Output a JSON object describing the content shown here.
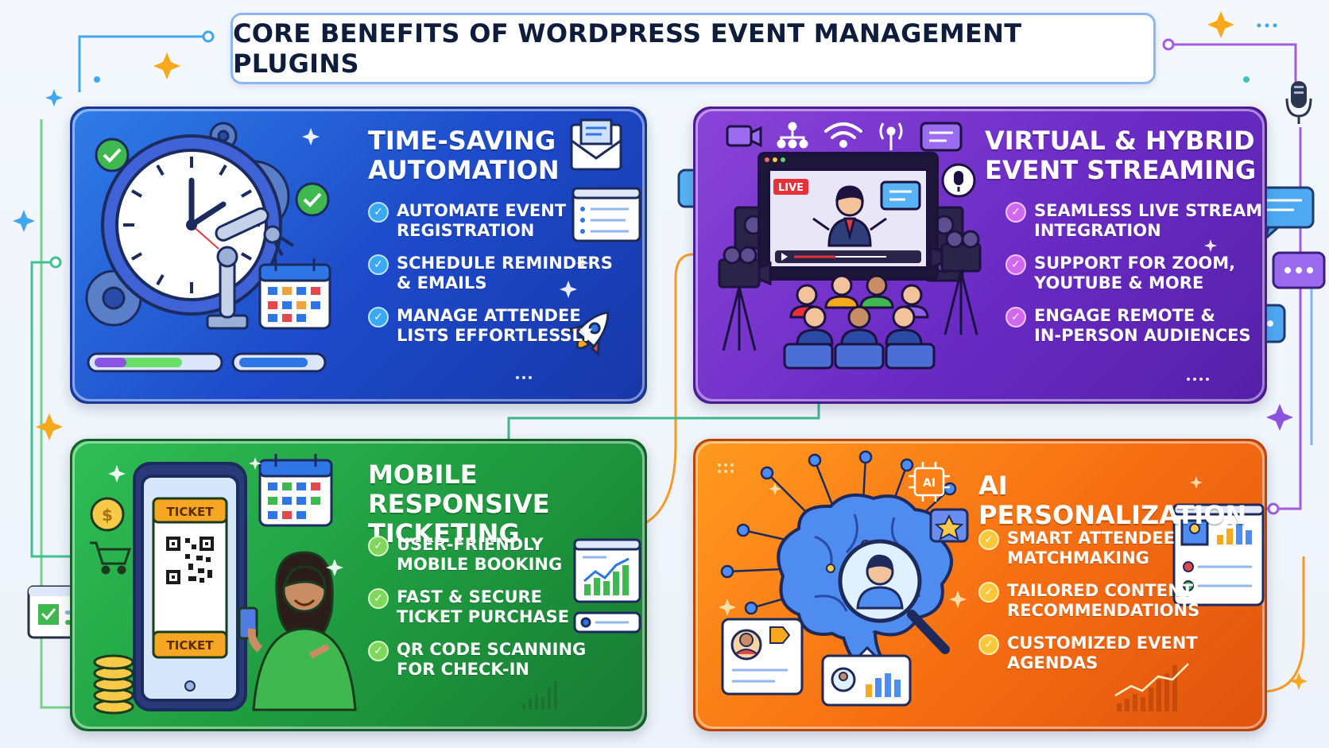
{
  "title": "CORE BENEFITS OF WORDPRESS EVENT MANAGEMENT PLUGINS",
  "colors": {
    "blue": "#1d49c8",
    "purple": "#6a2bc4",
    "green": "#1f9a3f",
    "orange": "#f66e12"
  },
  "panels": {
    "automation": {
      "title_line1": "TIME-SAVING",
      "title_line2": "AUTOMATION",
      "bullets": [
        {
          "line1": "AUTOMATE EVENT",
          "line2": "REGISTRATION"
        },
        {
          "line1": "SCHEDULE REMINDERS",
          "line2": "& EMAILS"
        },
        {
          "line1": "MANAGE ATTENDEE",
          "line2": "LISTS EFFORTLESSLY"
        }
      ],
      "icons": [
        "clock-icon",
        "gear-icon",
        "robot-arm-icon",
        "calendar-icon",
        "envelope-icon",
        "rocket-icon"
      ]
    },
    "streaming": {
      "title_line1": "VIRTUAL & HYBRID",
      "title_line2": "EVENT STREAMING",
      "live_badge": "LIVE",
      "bullets": [
        {
          "line1": "SEAMLESS LIVE STREAM",
          "line2": "INTEGRATION"
        },
        {
          "line1": "SUPPORT FOR ZOOM,",
          "line2": "YOUTUBE & MORE"
        },
        {
          "line1": "ENGAGE REMOTE &",
          "line2": "IN-PERSON AUDIENCES"
        }
      ],
      "icons": [
        "video-camera-icon",
        "network-icon",
        "wifi-icon",
        "broadcast-icon",
        "chat-bubble-icon",
        "microphone-icon"
      ]
    },
    "ticketing": {
      "title_line1": "MOBILE RESPONSIVE",
      "title_line2": "TICKETING",
      "ticket_label": "TICKET",
      "bullets": [
        {
          "line1": "USER-FRIENDLY",
          "line2": "MOBILE BOOKING"
        },
        {
          "line1": "FAST & SECURE",
          "line2": "TICKET PURCHASE"
        },
        {
          "line1": "QR CODE SCANNING",
          "line2": "FOR CHECK-IN"
        }
      ],
      "icons": [
        "phone-icon",
        "qr-code-icon",
        "coin-icon",
        "cart-icon",
        "calendar-icon",
        "chart-icon"
      ]
    },
    "ai": {
      "title": "AI PERSONALIZATION",
      "chip_label": "AI",
      "bullets": [
        {
          "line1": "SMART ATTENDEE",
          "line2": "MATCHMAKING"
        },
        {
          "line1": "TAILORED CONTENT",
          "line2": "RECOMMENDATIONS"
        },
        {
          "line1": "CUSTOMIZED EVENT",
          "line2": "AGENDAS"
        }
      ],
      "icons": [
        "brain-icon",
        "magnifier-icon",
        "ai-chip-icon",
        "star-icon",
        "profile-card-icon",
        "bar-chart-icon"
      ]
    }
  }
}
